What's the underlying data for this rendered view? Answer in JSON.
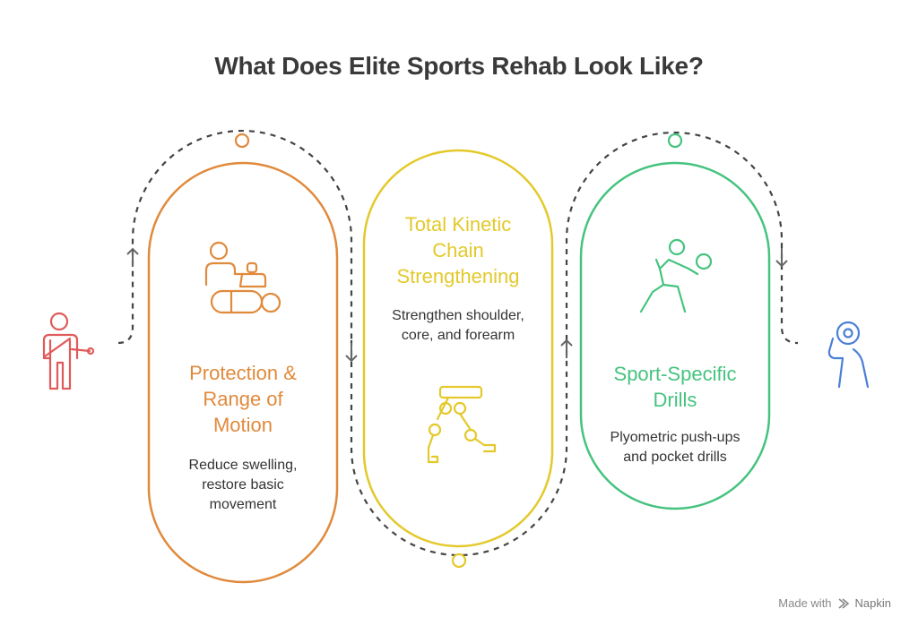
{
  "title": "What Does Elite Sports Rehab Look Like?",
  "stages": [
    {
      "title_lines": [
        "Protection &",
        "Range of",
        "Motion"
      ],
      "desc_lines": [
        "Reduce swelling,",
        "restore basic",
        "movement"
      ],
      "color": "#e08a3c",
      "icon": "massage-therapy-icon"
    },
    {
      "title_lines": [
        "Total Kinetic",
        "Chain",
        "Strengthening"
      ],
      "desc_lines": [
        "Strengthen shoulder,",
        "core, and forearm"
      ],
      "color": "#e3c92b",
      "icon": "robotic-legs-icon"
    },
    {
      "title_lines": [
        "Sport-Specific",
        "Drills"
      ],
      "desc_lines": [
        "Plyometric push-ups",
        "and pocket drills"
      ],
      "color": "#45c37f",
      "icon": "volleyball-player-icon"
    }
  ],
  "start_icon": {
    "name": "injured-person-icon",
    "color": "#e05a5a"
  },
  "end_icon": {
    "name": "recovered-athlete-icon",
    "color": "#4a7fd6"
  },
  "path_color": "#444444",
  "footer": {
    "made_with": "Made with",
    "brand": "Napkin"
  }
}
